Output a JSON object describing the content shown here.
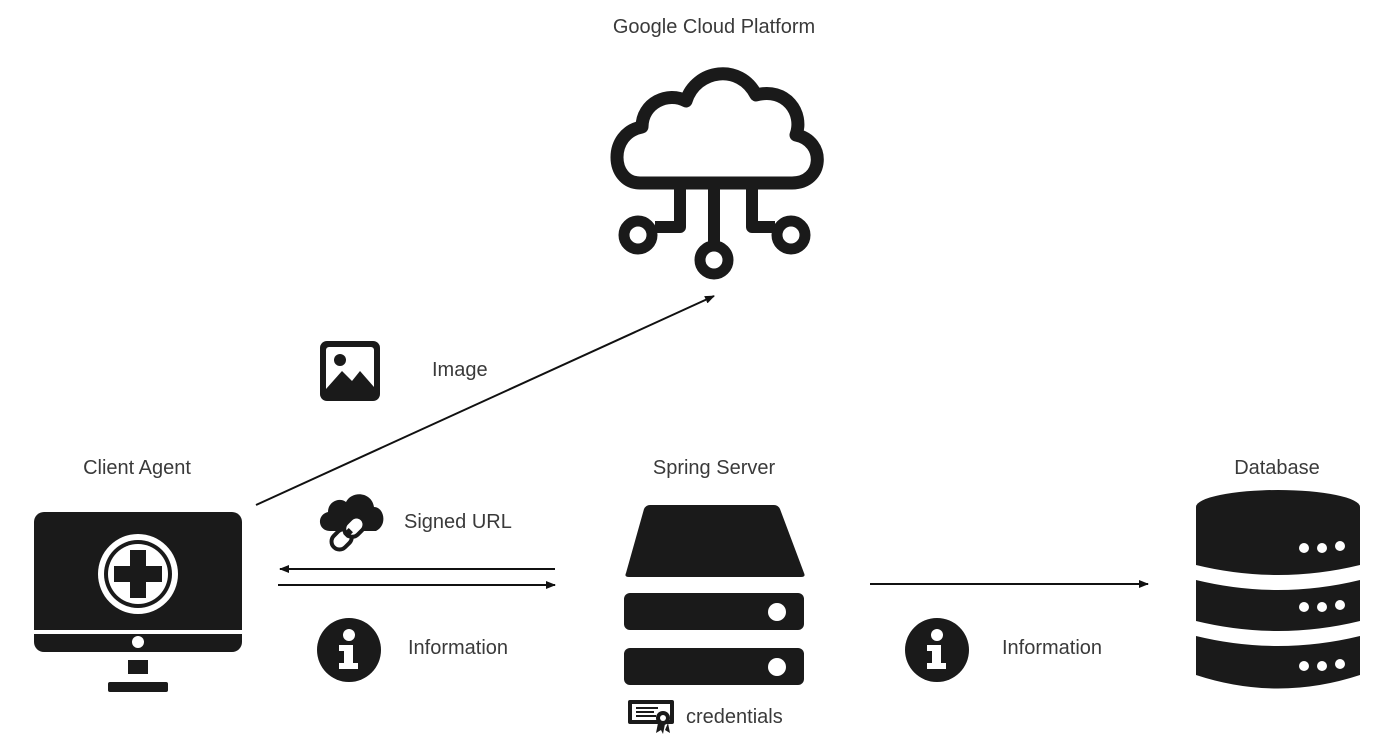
{
  "nodes": {
    "cloud": {
      "title": "Google Cloud Platform",
      "icon": "cloud-network-icon"
    },
    "client": {
      "title": "Client Agent",
      "icon": "medical-monitor-icon"
    },
    "server": {
      "title": "Spring Server",
      "icon": "server-icon"
    },
    "database": {
      "title": "Database",
      "icon": "database-icon"
    }
  },
  "edges": {
    "image": {
      "label": "Image",
      "icon": "image-icon"
    },
    "signed_url": {
      "label": "Signed URL",
      "icon": "cloud-link-icon"
    },
    "client_info": {
      "label": "Information",
      "icon": "info-icon"
    },
    "server_info": {
      "label": "Information",
      "icon": "info-icon"
    }
  },
  "server_extra": {
    "label": "credentials",
    "icon": "certificate-icon"
  },
  "colors": {
    "icon": "#1a1a1a",
    "text": "#3a3a3a",
    "background": "#ffffff"
  }
}
